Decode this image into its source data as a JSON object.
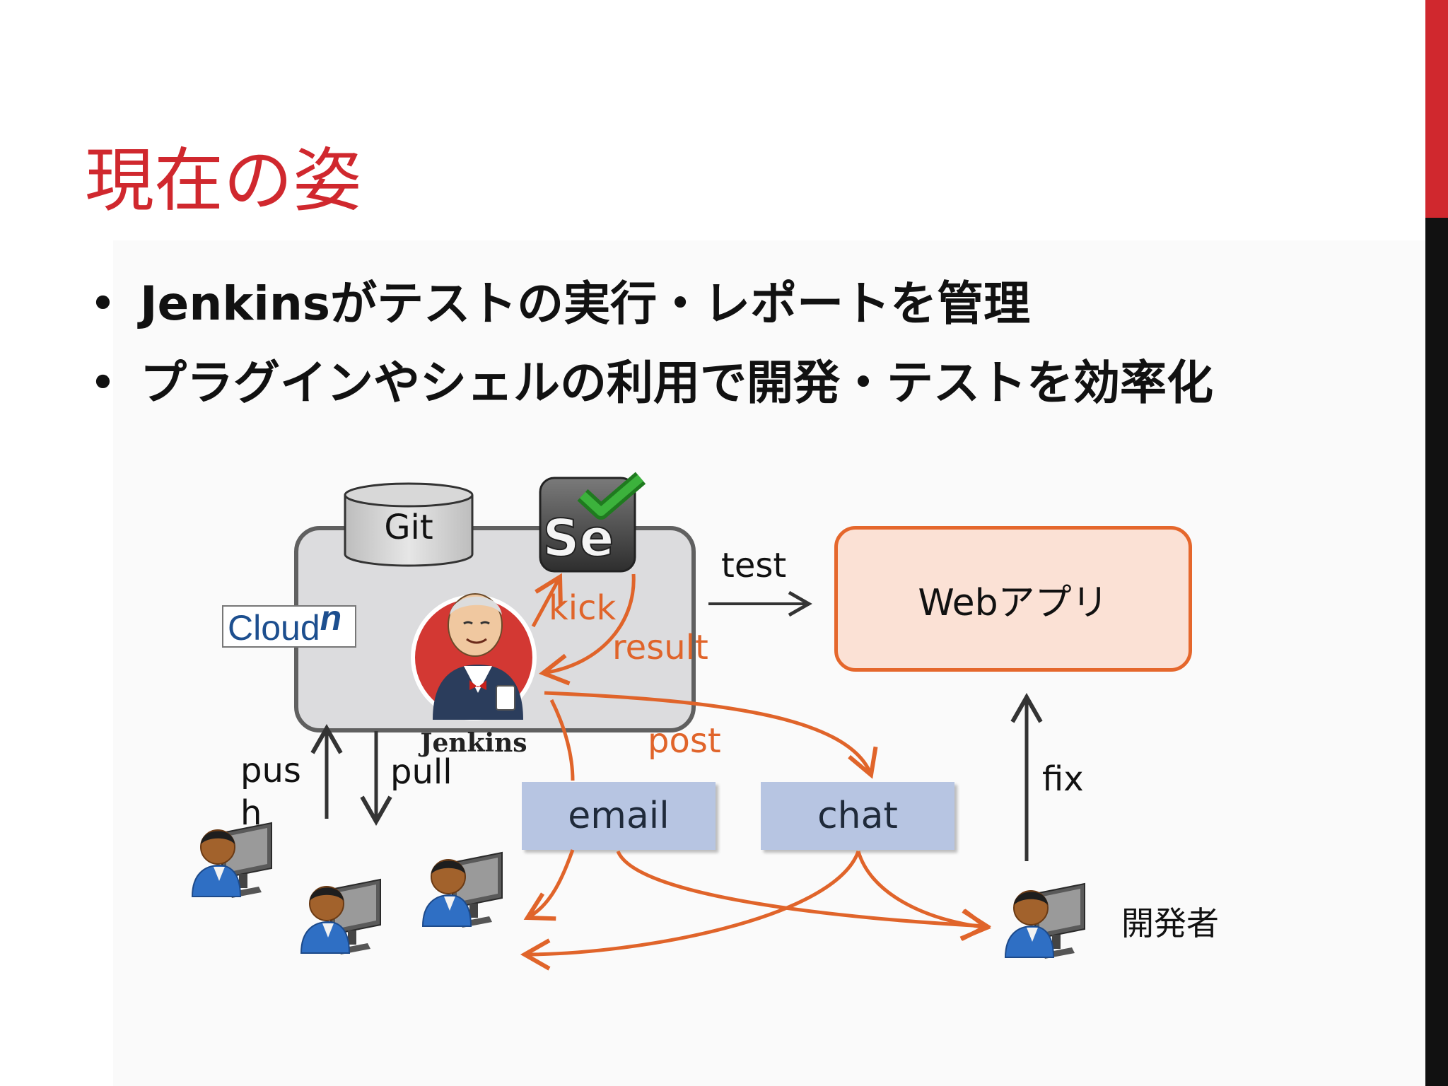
{
  "slide": {
    "title": "現在の姿",
    "bullets": [
      "Jenkinsがテストの実行・レポートを管理",
      "プラグインやシェルの利用で開発・テストを効率化"
    ],
    "bullet_char": "•"
  },
  "diagram": {
    "git": "Git",
    "cloud_brand": "Cloud",
    "cloud_brand_sup": "n",
    "selenium_logo": "Se",
    "jenkins_label": "Jenkins",
    "kick": "kick",
    "result": "result",
    "test": "test",
    "webapp": "Webアプリ",
    "post": "post",
    "push_line1": "pus",
    "push_line2": "h",
    "pull": "pull",
    "email": "email",
    "chat": "chat",
    "fix": "fix",
    "developer": "開発者"
  },
  "icons": {
    "database": "database-icon",
    "selenium": "selenium-logo-icon",
    "jenkins": "jenkins-butler-icon",
    "developer": "developer-with-monitor-icon"
  },
  "colors": {
    "title": "#d0282e",
    "accent_bar": "#d0282e",
    "accent_dark": "#111111",
    "orange": "#e0642a",
    "cloud_box_fill": "#dcdcde",
    "webapp_fill": "#fbe1d5",
    "message_box_fill": "#b7c5e2"
  }
}
